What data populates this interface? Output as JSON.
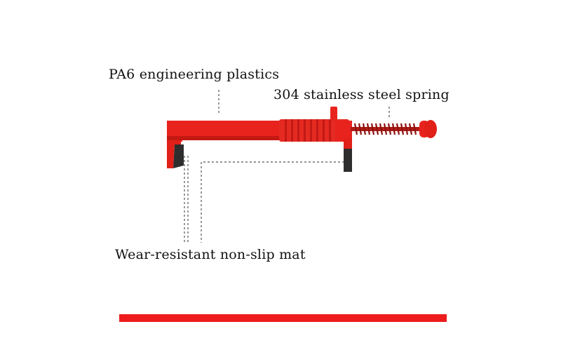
{
  "labels": {
    "material": "PA6 engineering plastics",
    "spring": "304 stainless steel spring",
    "mat": "Wear-resistant non-slip mat"
  },
  "colors": {
    "body_red": "#e8231e",
    "body_red_dark": "#c41812",
    "pad_dark": "#333333",
    "spring_coil": "#8a1410",
    "leader_line": "#555555",
    "accent_bar": "#ee1c1c",
    "text": "#111111"
  }
}
